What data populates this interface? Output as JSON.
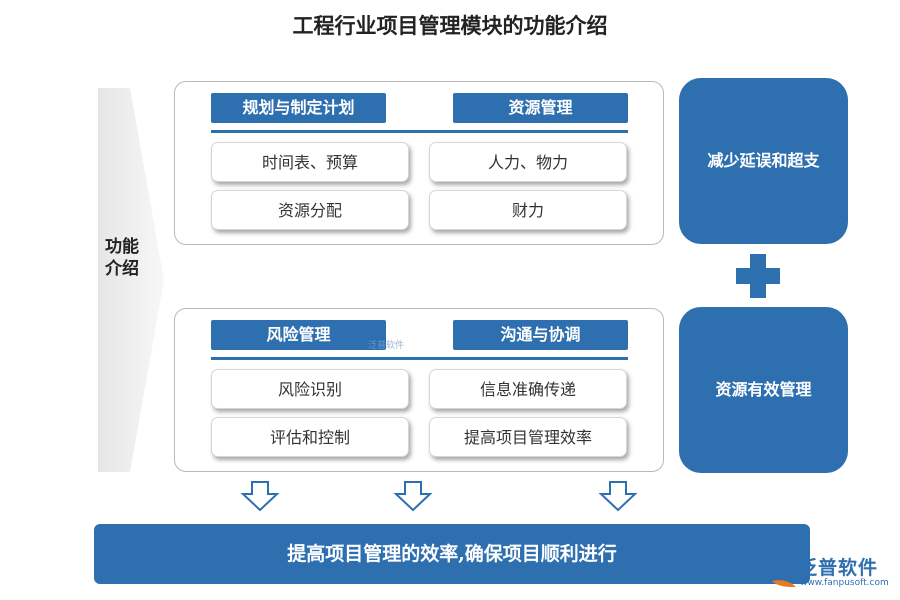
{
  "title": "工程行业项目管理模块的功能介绍",
  "side_label": "功能介绍",
  "panels": [
    {
      "headers": [
        "规划与制定计划",
        "资源管理"
      ],
      "items": [
        "时间表、预算",
        "人力、物力",
        "资源分配",
        "财力"
      ]
    },
    {
      "headers": [
        "风险管理",
        "沟通与协调"
      ],
      "items": [
        "风险识别",
        "信息准确传递",
        "评估和控制",
        "提高项目管理效率"
      ]
    }
  ],
  "right_boxes": [
    "减少延误和超支",
    "资源有效管理"
  ],
  "bottom_bar": "提高项目管理的效率,确保项目顺利进行",
  "watermark": "泛普软件",
  "logo": {
    "name": "泛普软件",
    "url": "www.fanpusoft.com"
  },
  "colors": {
    "primary": "#2e6fb0",
    "arrow": "#efefef"
  }
}
